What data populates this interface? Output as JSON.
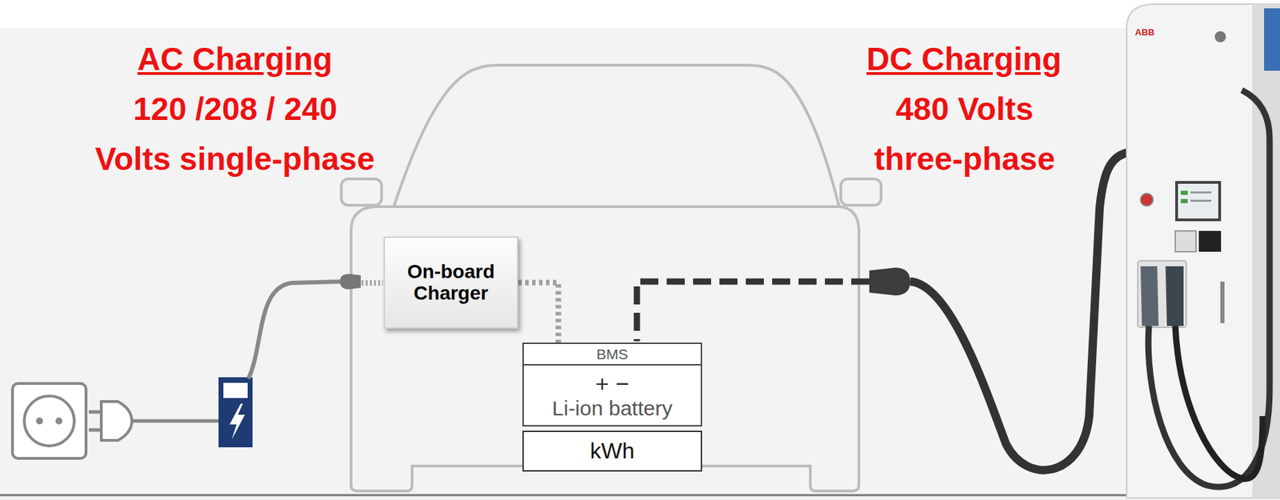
{
  "diagram": {
    "nodes": [
      {
        "text": [
          "On-board Charger"
        ]
      },
      {
        "text": [
          "BMS"
        ]
      },
      {
        "text": [
          "+ −",
          "Li-ion battery"
        ]
      },
      {
        "text": [
          "kWh"
        ]
      }
    ],
    "edges": [
      {
        "from": 0,
        "to": 1,
        "arrow": "none"
      }
    ],
    "labels": [
      "AC Charging",
      "120 /208 / 240",
      "Volts single-phase",
      "DC Charging",
      "480 Volts",
      "three-phase",
      "ABB"
    ]
  }
}
